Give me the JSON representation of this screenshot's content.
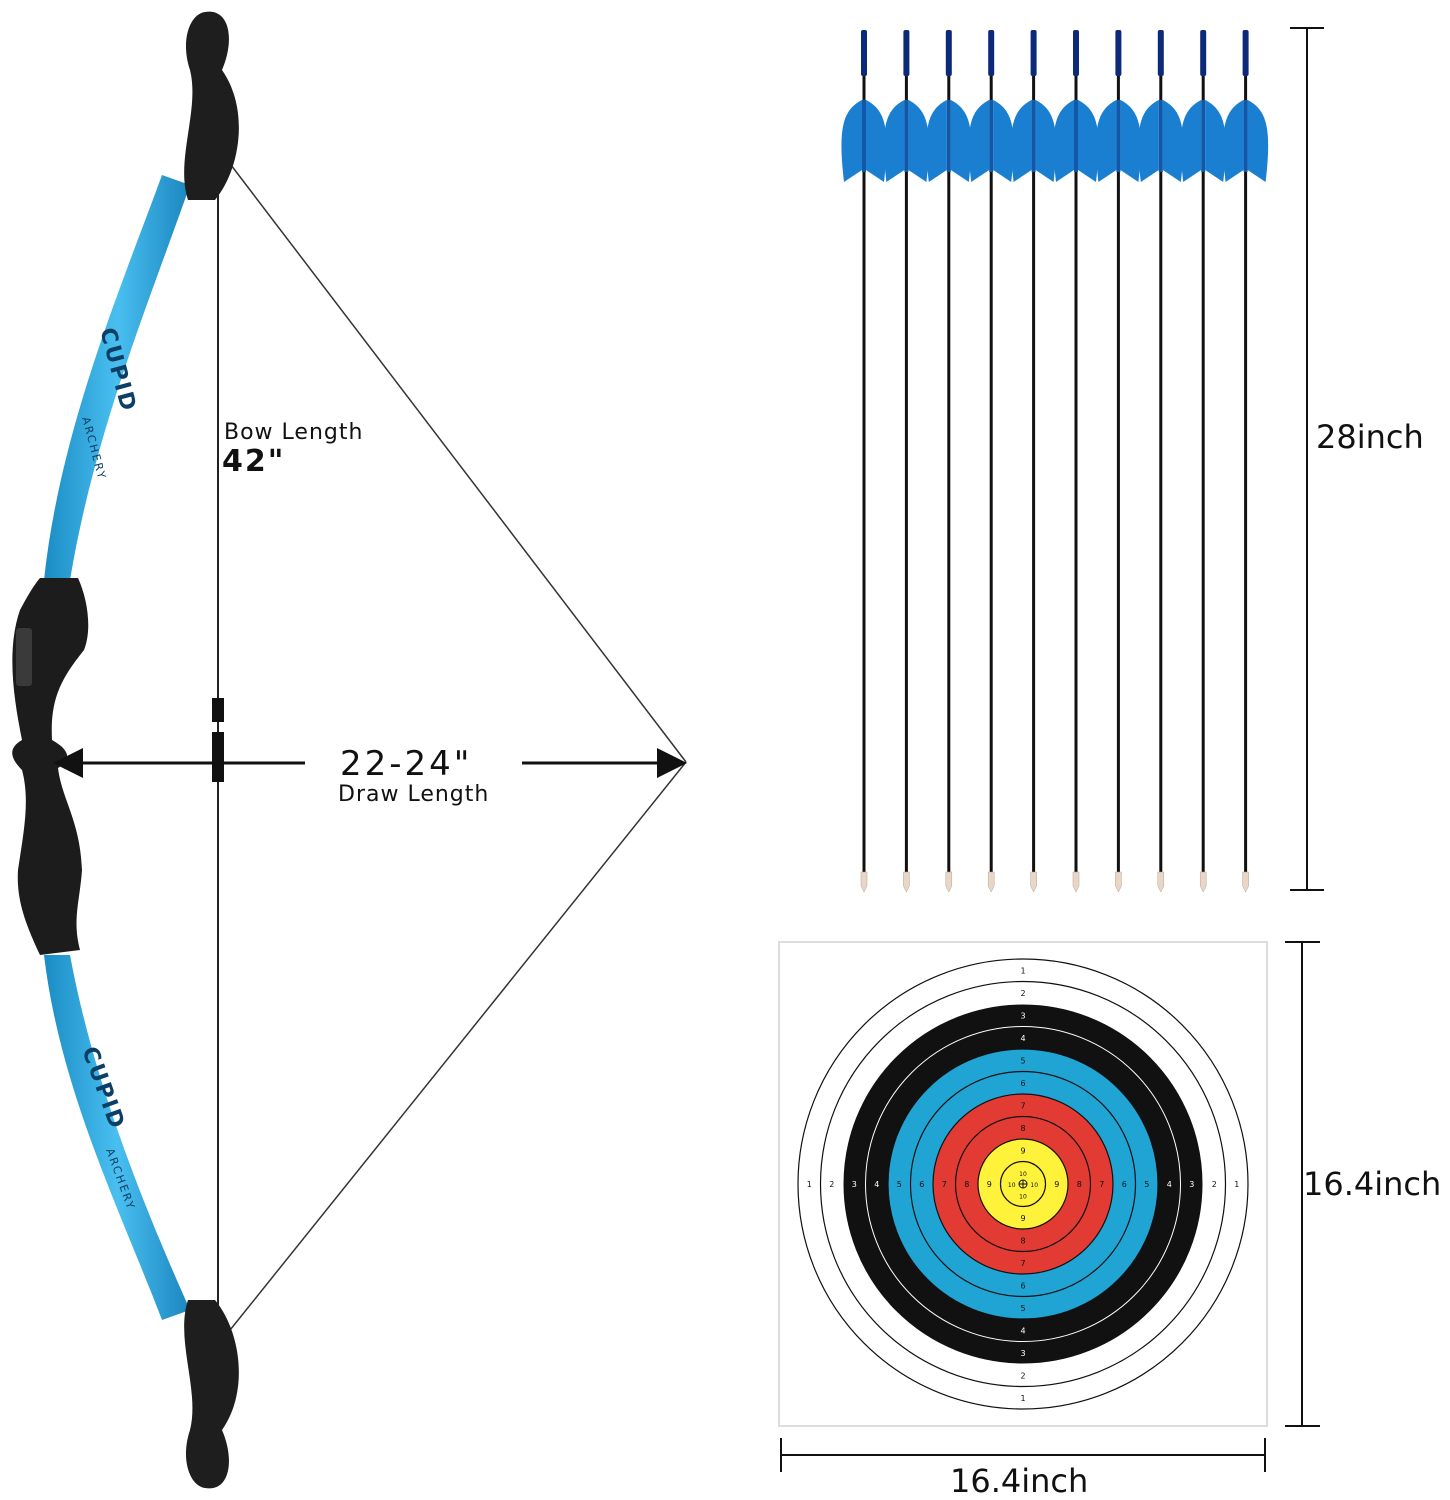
{
  "bow": {
    "brand": "CUPID",
    "brand_sub": "ARCHERY",
    "length_label": "Bow Length",
    "length_value": "42\"",
    "draw_value": "22-24\"",
    "draw_label": "Draw Length",
    "limb_color": "#2aa3d9",
    "riser_color": "#1c1c1c"
  },
  "arrows": {
    "count": 10,
    "length_label": "28inch",
    "fletch_color": "#1a7fd0",
    "shaft_color": "#111111"
  },
  "target": {
    "width_label": "16.4inch",
    "height_label": "16.4inch",
    "ring_colors": [
      "#ffffff",
      "#ffffff",
      "#111111",
      "#111111",
      "#1fa4d3",
      "#1fa4d3",
      "#e23b33",
      "#e23b33",
      "#fff23a",
      "#fff23a"
    ],
    "ring_numbers": [
      "1",
      "2",
      "3",
      "4",
      "5",
      "6",
      "7",
      "8",
      "9",
      "10"
    ]
  }
}
